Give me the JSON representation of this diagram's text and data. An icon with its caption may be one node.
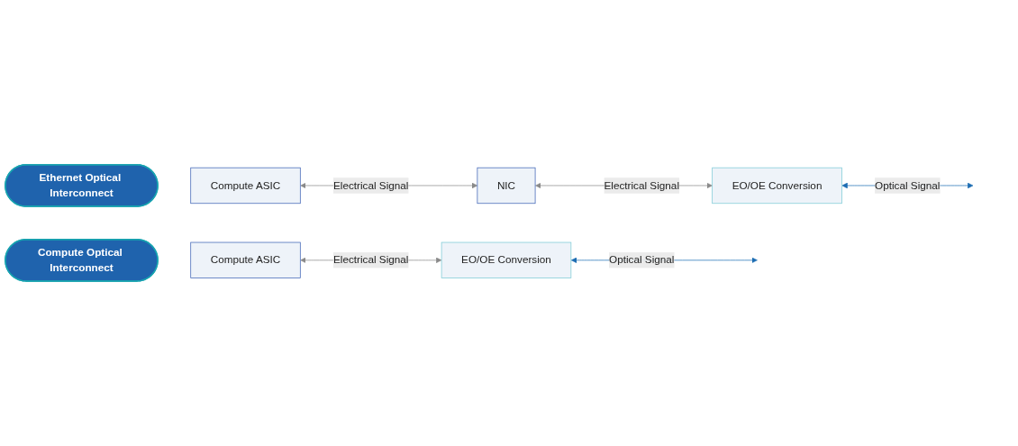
{
  "diagram": {
    "nodes": [
      {
        "text": [
          "Ethernet Optical Interconnect"
        ]
      },
      {
        "text": [
          "Compute ASIC"
        ]
      },
      {
        "text": [
          "NIC"
        ]
      },
      {
        "text": [
          "EO/OE Conversion"
        ]
      },
      {
        "text": [
          "Compute Optical Interconnect"
        ]
      },
      {
        "text": [
          "Compute ASIC"
        ]
      },
      {
        "text": [
          "EO/OE Conversion"
        ]
      }
    ],
    "edges": [
      {
        "from": 1,
        "to": 2,
        "arrow": "both",
        "label": "Electrical Signal"
      },
      {
        "from": 2,
        "to": 3,
        "arrow": "both",
        "label": "Electrical Signal"
      },
      {
        "from": 3,
        "to": null,
        "arrow": "both",
        "label": "Optical Signal",
        "color": "#1d6db3"
      },
      {
        "from": 5,
        "to": 6,
        "arrow": "both",
        "label": "Electrical Signal"
      },
      {
        "from": 6,
        "to": null,
        "arrow": "both",
        "label": "Optical Signal",
        "color": "#1d6db3"
      }
    ]
  }
}
